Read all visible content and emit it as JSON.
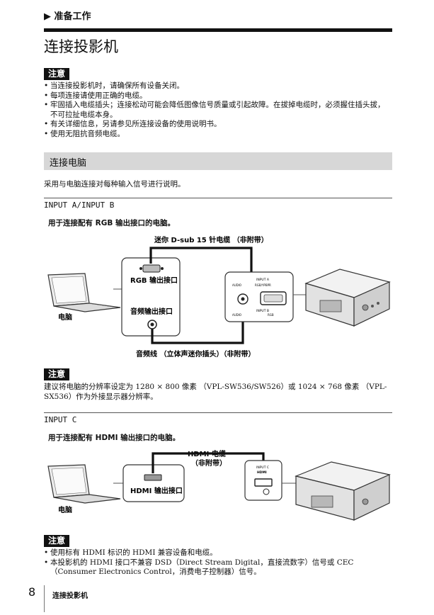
{
  "header": {
    "breadcrumb_arrow": "▶",
    "breadcrumb": "准备工作",
    "title": "连接投影机"
  },
  "note1": {
    "label": "注意",
    "bullets": [
      "当连接投影机时，请确保所有设备关闭。",
      "每项连接请使用正确的电缆。",
      "牢固插入电缆插头；连接松动可能会降低图像信号质量或引起故障。在拔掉电缆时，必须握住插头拔，不可拉扯电缆本身。",
      "有关详细信息，另请参见所连接设备的使用说明书。",
      "使用无阻抗音频电缆。"
    ]
  },
  "section": {
    "title": "连接电脑",
    "intro": "采用与电脑连接对每种输入信号进行说明。"
  },
  "input_ab": {
    "name": "INPUT A/INPUT B",
    "lead": "用于连接配有 RGB 输出接口的电脑。",
    "diagram": {
      "cable_top": "迷你 D-sub 15 针电缆 （非附带）",
      "rgb_port": "RGB 输出接口",
      "audio_port": "音频输出接口",
      "computer": "电脑",
      "cable_bottom": "音频线 （立体声迷你插头）（非附带）",
      "panel_input": "INPUT A",
      "panel_audio": "AUDIO",
      "panel_rgb": "RGB/YPBPR",
      "panel_input_b": "INPUT B",
      "panel_audio_b": "AUDIO",
      "panel_rgb_b": "RGB"
    }
  },
  "note2": {
    "label": "注意",
    "text": "建议将电脑的分辨率设定为 1280 × 800 像素 （VPL-SW536/SW526）或 1024 × 768 像素 （VPL-SX536）作为外接显示器分辨率。"
  },
  "input_c": {
    "name": "INPUT C",
    "lead": "用于连接配有 HDMI 输出接口的电脑。",
    "diagram": {
      "cable": "HDMI 电缆",
      "cable_sub": "（非附带）",
      "hdmi_port": "HDMI 输出接口",
      "computer": "电脑",
      "panel_input": "INPUT C",
      "panel_hdmi": "HDMI"
    }
  },
  "note3": {
    "label": "注意",
    "bullets": [
      "使用标有 HDMI 标识的 HDMI 兼容设备和电缆。",
      "本投影机的 HDMI 接口不兼容 DSD（Direct Stream Digital，直接流数字）信号或 CEC（Consumer Electronics Control，消费电子控制器）信号。"
    ]
  },
  "footer": {
    "page_number": "8",
    "text": "连接投影机"
  }
}
